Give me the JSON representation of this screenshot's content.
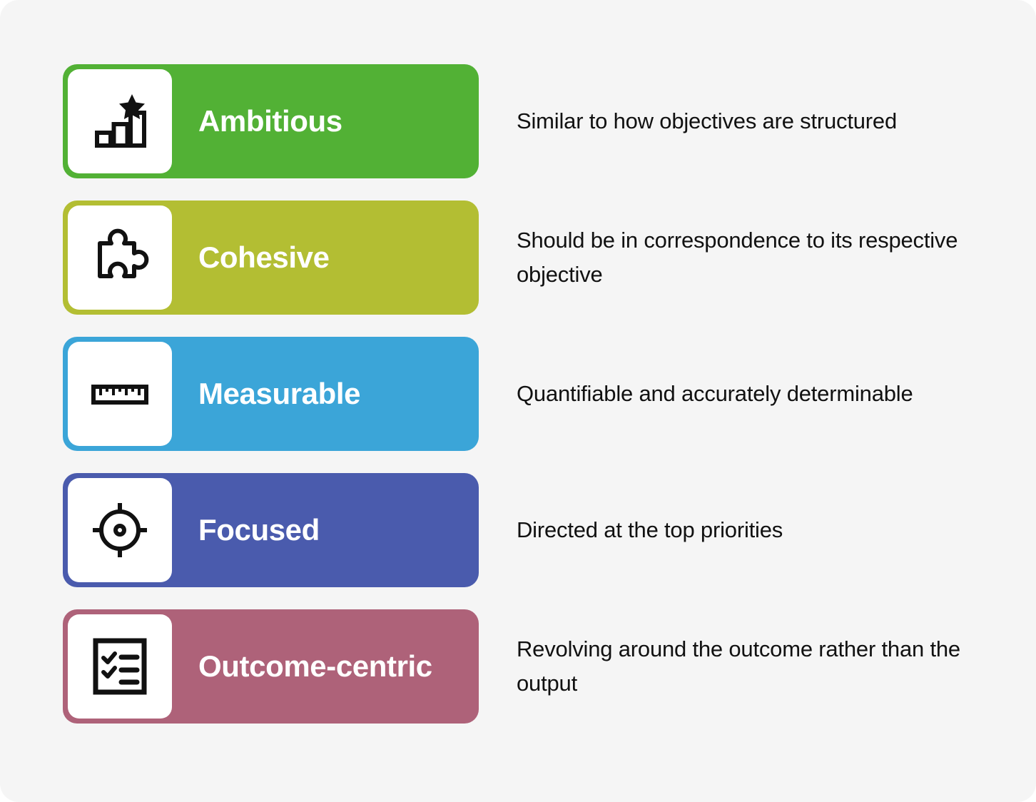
{
  "page": {
    "background_color": "#f5f5f5",
    "card_radius": "26px",
    "text_color": "#111111",
    "tile_color": "#ffffff"
  },
  "rows": [
    {
      "label": "Ambitious",
      "description": "Similar to how objectives are structured",
      "color": "#52b135",
      "icon": "bar-chart-star-icon"
    },
    {
      "label": "Cohesive",
      "description": "Should be in correspondence to its respective objective",
      "color": "#b3be33",
      "icon": "puzzle-piece-icon"
    },
    {
      "label": "Measurable",
      "description": "Quantifiable and accurately determinable",
      "color": "#3ba5d8",
      "icon": "ruler-icon"
    },
    {
      "label": "Focused",
      "description": "Directed at the top priorities",
      "color": "#4a5bad",
      "icon": "crosshair-target-icon"
    },
    {
      "label": "Outcome-centric",
      "description": "Revolving around the outcome rather than the output",
      "color": "#ae6279",
      "icon": "checklist-document-icon"
    }
  ]
}
